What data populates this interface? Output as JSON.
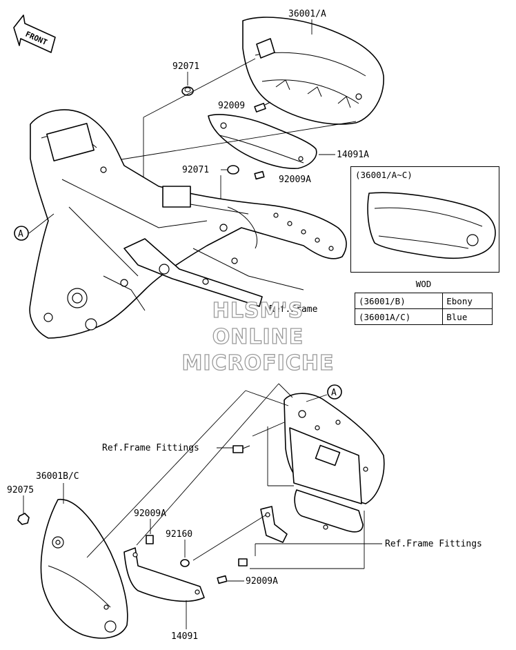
{
  "front_arrow": {
    "label": "FRONT"
  },
  "callouts": {
    "c36001A": "36001/A",
    "c92071_top": "92071",
    "c92009": "92009",
    "c14091A": "14091A",
    "c92071_mid": "92071",
    "c92009A_mid": "92009A",
    "ref_frame": "Ref.Frame",
    "ref_fittings_left": "Ref.Frame Fittings",
    "c36001BC": "36001B/C",
    "c92075": "92075",
    "c92009A_low": "92009A",
    "c92160": "92160",
    "c92009A_bottom": "92009A",
    "c14091": "14091",
    "ref_fittings_right": "Ref.Frame Fittings",
    "ref_A_left": "A",
    "ref_A_right": "A"
  },
  "variant_box": {
    "title": "(36001/A~C)"
  },
  "wod_table": {
    "heading": "WOD",
    "rows": [
      {
        "code": "(36001/B)",
        "color": "Ebony"
      },
      {
        "code": "(36001A/C)",
        "color": "Blue"
      }
    ]
  },
  "watermark": {
    "line1": "HLSM'S",
    "line2": "ONLINE",
    "line3": "MICROFICHE"
  }
}
